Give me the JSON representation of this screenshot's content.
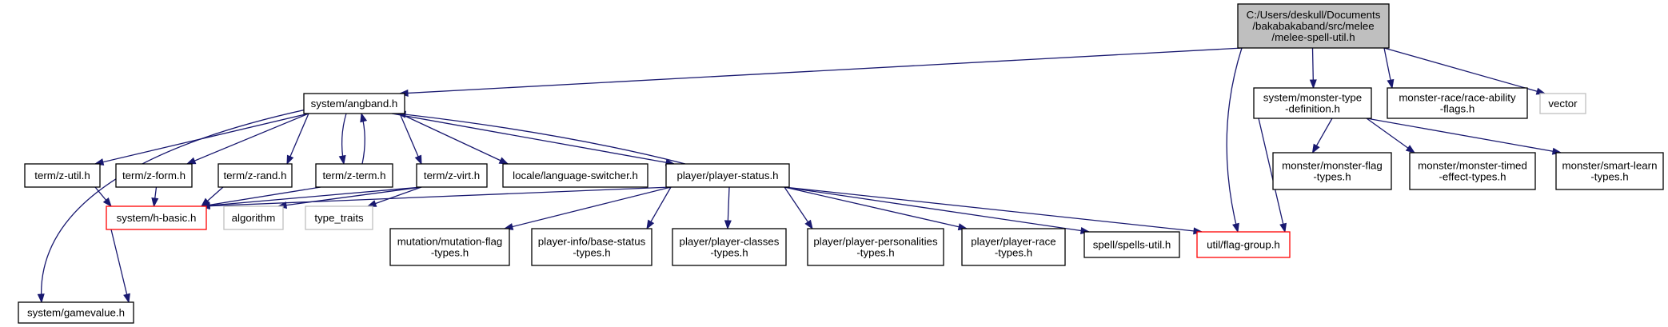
{
  "nodes": [
    {
      "id": "root",
      "lines": [
        "C:/Users/deskull/Documents",
        "/bakabakaband/src/melee",
        "/melee-spell-util.h"
      ],
      "fill": "#bfbfbf",
      "stroke": "#000000"
    },
    {
      "id": "angband",
      "lines": [
        "system/angband.h"
      ],
      "fill": "#ffffff",
      "stroke": "#000000"
    },
    {
      "id": "zutil",
      "lines": [
        "term/z-util.h"
      ],
      "fill": "#ffffff",
      "stroke": "#000000"
    },
    {
      "id": "zform",
      "lines": [
        "term/z-form.h"
      ],
      "fill": "#ffffff",
      "stroke": "#000000"
    },
    {
      "id": "zrand",
      "lines": [
        "term/z-rand.h"
      ],
      "fill": "#ffffff",
      "stroke": "#000000"
    },
    {
      "id": "zterm",
      "lines": [
        "term/z-term.h"
      ],
      "fill": "#ffffff",
      "stroke": "#000000"
    },
    {
      "id": "zvirt",
      "lines": [
        "term/z-virt.h"
      ],
      "fill": "#ffffff",
      "stroke": "#000000"
    },
    {
      "id": "locale",
      "lines": [
        "locale/language-switcher.h"
      ],
      "fill": "#ffffff",
      "stroke": "#000000"
    },
    {
      "id": "pstatus",
      "lines": [
        "player/player-status.h"
      ],
      "fill": "#ffffff",
      "stroke": "#000000"
    },
    {
      "id": "hbasic",
      "lines": [
        "system/h-basic.h"
      ],
      "fill": "#ffffff",
      "stroke": "#ff0000"
    },
    {
      "id": "algorithm",
      "lines": [
        "algorithm"
      ],
      "fill": "#ffffff",
      "stroke": "#bfbfbf"
    },
    {
      "id": "typetraits",
      "lines": [
        "type_traits"
      ],
      "fill": "#ffffff",
      "stroke": "#bfbfbf"
    },
    {
      "id": "gamevalue",
      "lines": [
        "system/gamevalue.h"
      ],
      "fill": "#ffffff",
      "stroke": "#000000"
    },
    {
      "id": "mutation",
      "lines": [
        "mutation/mutation-flag",
        "-types.h"
      ],
      "fill": "#ffffff",
      "stroke": "#000000"
    },
    {
      "id": "baseStatus",
      "lines": [
        "player-info/base-status",
        "-types.h"
      ],
      "fill": "#ffffff",
      "stroke": "#000000"
    },
    {
      "id": "classes",
      "lines": [
        "player/player-classes",
        "-types.h"
      ],
      "fill": "#ffffff",
      "stroke": "#000000"
    },
    {
      "id": "personalities",
      "lines": [
        "player/player-personalities",
        "-types.h"
      ],
      "fill": "#ffffff",
      "stroke": "#000000"
    },
    {
      "id": "race",
      "lines": [
        "player/player-race",
        "-types.h"
      ],
      "fill": "#ffffff",
      "stroke": "#000000"
    },
    {
      "id": "spells",
      "lines": [
        "spell/spells-util.h"
      ],
      "fill": "#ffffff",
      "stroke": "#000000"
    },
    {
      "id": "flaggroup",
      "lines": [
        "util/flag-group.h"
      ],
      "fill": "#ffffff",
      "stroke": "#ff0000"
    },
    {
      "id": "mtypedef",
      "lines": [
        "system/monster-type",
        "-definition.h"
      ],
      "fill": "#ffffff",
      "stroke": "#000000"
    },
    {
      "id": "raceability",
      "lines": [
        "monster-race/race-ability",
        "-flags.h"
      ],
      "fill": "#ffffff",
      "stroke": "#000000"
    },
    {
      "id": "vector",
      "lines": [
        "vector"
      ],
      "fill": "#ffffff",
      "stroke": "#bfbfbf"
    },
    {
      "id": "mflag",
      "lines": [
        "monster/monster-flag",
        "-types.h"
      ],
      "fill": "#ffffff",
      "stroke": "#000000"
    },
    {
      "id": "mtimed",
      "lines": [
        "monster/monster-timed",
        "-effect-types.h"
      ],
      "fill": "#ffffff",
      "stroke": "#000000"
    },
    {
      "id": "smartlearn",
      "lines": [
        "monster/smart-learn",
        "-types.h"
      ],
      "fill": "#ffffff",
      "stroke": "#000000"
    }
  ],
  "edges": [
    [
      "root",
      "angband"
    ],
    [
      "root",
      "flaggroup"
    ],
    [
      "root",
      "mtypedef"
    ],
    [
      "root",
      "raceability"
    ],
    [
      "root",
      "vector"
    ],
    [
      "angband",
      "zutil"
    ],
    [
      "angband",
      "zform"
    ],
    [
      "angband",
      "zrand"
    ],
    [
      "angband",
      "zterm"
    ],
    [
      "angband",
      "zvirt"
    ],
    [
      "angband",
      "locale"
    ],
    [
      "angband",
      "pstatus"
    ],
    [
      "angband",
      "gamevalue"
    ],
    [
      "zterm",
      "angband"
    ],
    [
      "pstatus",
      "angband"
    ],
    [
      "zutil",
      "hbasic"
    ],
    [
      "zform",
      "hbasic"
    ],
    [
      "zrand",
      "hbasic"
    ],
    [
      "zterm",
      "hbasic"
    ],
    [
      "zvirt",
      "hbasic"
    ],
    [
      "zvirt",
      "algorithm"
    ],
    [
      "zvirt",
      "typetraits"
    ],
    [
      "pstatus",
      "hbasic"
    ],
    [
      "hbasic",
      "gamevalue"
    ],
    [
      "pstatus",
      "mutation"
    ],
    [
      "pstatus",
      "baseStatus"
    ],
    [
      "pstatus",
      "classes"
    ],
    [
      "pstatus",
      "personalities"
    ],
    [
      "pstatus",
      "race"
    ],
    [
      "pstatus",
      "spells"
    ],
    [
      "pstatus",
      "flaggroup"
    ],
    [
      "mtypedef",
      "flaggroup"
    ],
    [
      "mtypedef",
      "mflag"
    ],
    [
      "mtypedef",
      "mtimed"
    ],
    [
      "mtypedef",
      "smartlearn"
    ]
  ],
  "colors": {
    "edge": "#191970",
    "text": "#000000"
  }
}
